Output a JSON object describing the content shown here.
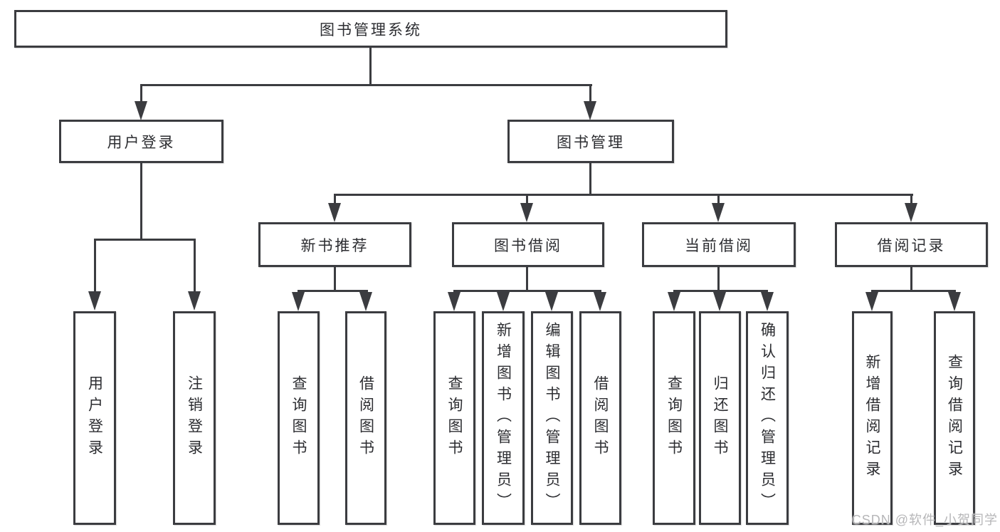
{
  "tree": {
    "root": {
      "label": "图书管理系统",
      "children": [
        {
          "label": "用户登录",
          "children": [
            {
              "label": "用户登录"
            },
            {
              "label": "注销登录"
            }
          ]
        },
        {
          "label": "图书管理",
          "children": [
            {
              "label": "新书推荐",
              "children": [
                {
                  "label": "查询图书"
                },
                {
                  "label": "借阅图书"
                }
              ]
            },
            {
              "label": "图书借阅",
              "children": [
                {
                  "label": "查询图书"
                },
                {
                  "label": "新增图书（管理员）"
                },
                {
                  "label": "编辑图书（管理员）"
                },
                {
                  "label": "借阅图书"
                }
              ]
            },
            {
              "label": "当前借阅",
              "children": [
                {
                  "label": "查询图书"
                },
                {
                  "label": "归还图书"
                },
                {
                  "label": "确认归还（管理员）"
                }
              ]
            },
            {
              "label": "借阅记录",
              "children": [
                {
                  "label": "新增借阅记录"
                },
                {
                  "label": "查询借阅记录"
                }
              ]
            }
          ]
        }
      ]
    }
  },
  "watermark": "CSDN @软件_小贺同学",
  "colors": {
    "line": "#3b3c40",
    "text": "#2c2d31",
    "background": "#ffffff",
    "watermark": "#b6b6b8"
  }
}
